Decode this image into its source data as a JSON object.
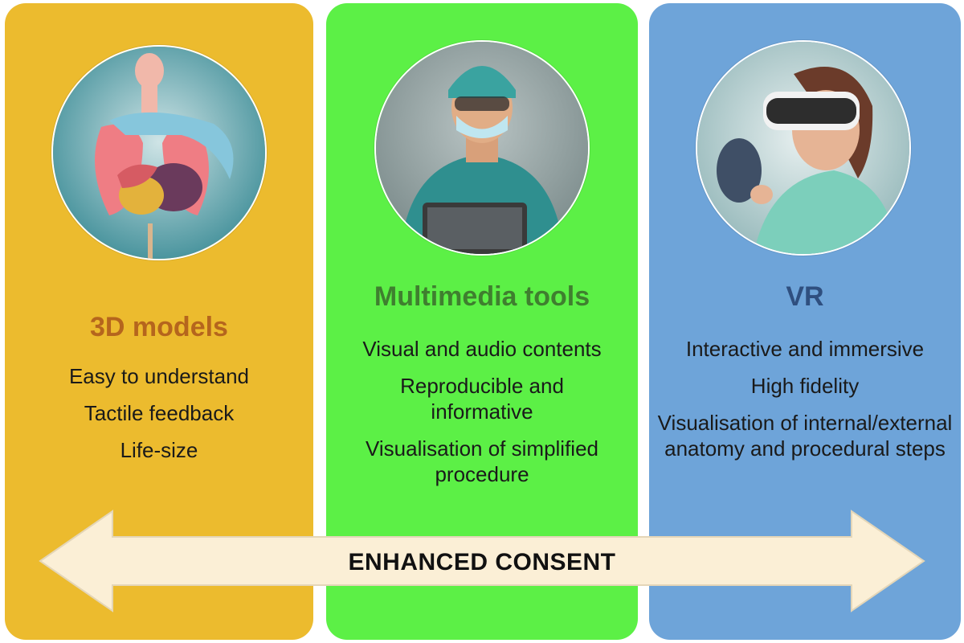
{
  "colors": {
    "panel_left": "#ecbb2e",
    "panel_middle": "#5cf046",
    "panel_right": "#6ea4d9",
    "arrow_fill": "#fbefd6",
    "title_left": "#b5651d",
    "title_middle": "#3f7f2f",
    "title_right": "#2f4f7f"
  },
  "panels": [
    {
      "title": "3D models",
      "image_icon": "anatomical-torso-model-icon",
      "items": [
        "Easy to understand",
        "Tactile feedback",
        "Life-size"
      ]
    },
    {
      "title": "Multimedia tools",
      "image_icon": "surgeon-with-tablet-icon",
      "items": [
        "Visual and audio contents",
        "Reproducible and informative",
        "Visualisation of simplified procedure"
      ]
    },
    {
      "title": "VR",
      "image_icon": "vr-headset-user-icon",
      "items": [
        "Interactive and immersive",
        "High fidelity",
        "Visualisation of internal/external anatomy and procedural steps"
      ]
    }
  ],
  "arrow": {
    "label": "ENHANCED CONSENT"
  }
}
